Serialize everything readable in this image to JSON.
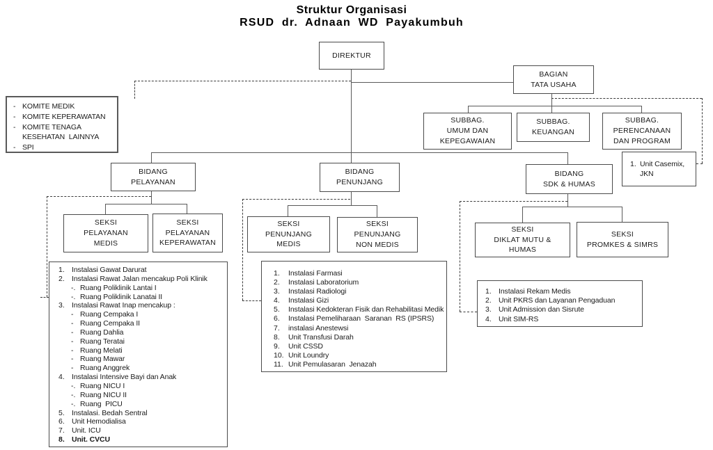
{
  "title": {
    "line1": "Struktur Organisasi",
    "line2": "RSUD dr. Adnaan WD Payakumbuh"
  },
  "nodes": {
    "direktur": "DIREKTUR",
    "bagian_tata_usaha": "BAGIAN\nTATA USAHA",
    "subbag_umum": "SUBBAG.\nUMUM DAN\nKEPEGAWAIAN",
    "subbag_keuangan": "SUBBAG.\nKEUANGAN",
    "subbag_perencanaan": "SUBBAG.\nPERENCANAAN\nDAN PROGRAM",
    "bidang_pelayanan": "BIDANG\nPELAYANAN",
    "bidang_penunjang": "BIDANG\nPENUNJANG",
    "bidang_sdk_humas": "BIDANG\nSDK & HUMAS",
    "seksi_pelayanan_medis": "SEKSI\nPELAYANAN\nMEDIS",
    "seksi_pelayanan_keperawatan": "SEKSI\nPELAYANAN\nKEPERAWATAN",
    "seksi_penunjang_medis": "SEKSI\nPENUNJANG\nMEDIS",
    "seksi_penunjang_non_medis": "SEKSI\nPENUNJANG\nNON MEDIS",
    "seksi_diklat_mutu_humas": "SEKSI\nDIKLAT MUTU &\nHUMAS",
    "seksi_promkes_simrs": "SEKSI\nPROMKES & SIMRS"
  },
  "komite": {
    "items": [
      {
        "m": "-",
        "t": "KOMITE MEDIK"
      },
      {
        "m": "-",
        "t": "KOMITE KEPERAWATAN"
      },
      {
        "m": "-",
        "t": "KOMITE TENAGA\nKESEHATAN  LAINNYA"
      },
      {
        "m": "-",
        "t": "SPI"
      }
    ]
  },
  "casemix": {
    "items": [
      {
        "m": "1.",
        "t": "Unit Casemix,\nJKN"
      }
    ]
  },
  "lists": {
    "pelayanan": {
      "items": [
        {
          "m": "1.",
          "t": "Instalasi Gawat Darurat"
        },
        {
          "m": "2.",
          "t": "Instalasi Rawat Jalan mencakup Poli Klinik"
        },
        {
          "m": "-.",
          "t": "Ruang Poliklinik Lantai I",
          "ind": 1
        },
        {
          "m": "-.",
          "t": "Ruang Poliklinik Lanatai II",
          "ind": 1
        },
        {
          "m": "3.",
          "t": "Instalasi Rawat Inap mencakup :"
        },
        {
          "m": "-",
          "t": "Ruang Cempaka I",
          "ind": 1
        },
        {
          "m": "-",
          "t": "Ruang Cempaka II",
          "ind": 1
        },
        {
          "m": "-",
          "t": "Ruang Dahlia",
          "ind": 1
        },
        {
          "m": "-",
          "t": "Ruang Teratai",
          "ind": 1
        },
        {
          "m": "-",
          "t": "Ruang Melati",
          "ind": 1
        },
        {
          "m": "-",
          "t": "Ruang Mawar",
          "ind": 1
        },
        {
          "m": "-",
          "t": "Ruang Anggrek",
          "ind": 1
        },
        {
          "m": "4.",
          "t": "Instalasi Intensive Bayi dan Anak"
        },
        {
          "m": "-.",
          "t": "Ruang NICU I",
          "ind": 1
        },
        {
          "m": "-.",
          "t": "Ruang NICU II",
          "ind": 1
        },
        {
          "m": "-.",
          "t": "Ruang  PICU",
          "ind": 1
        },
        {
          "m": "5.",
          "t": "Instalasi. Bedah Sentral"
        },
        {
          "m": "6.",
          "t": "Unit Hemodialisa"
        },
        {
          "m": "7.",
          "t": "Unit. ICU"
        },
        {
          "m": "8.",
          "t": "Unit. CVCU",
          "bold": true
        }
      ]
    },
    "penunjang": {
      "items": [
        {
          "m": "1.",
          "t": "Instalasi Farmasi"
        },
        {
          "m": "2.",
          "t": "Instalasi Laboratorium"
        },
        {
          "m": "3.",
          "t": "Instalasi Radiologi"
        },
        {
          "m": "4.",
          "t": "Instalasi Gizi"
        },
        {
          "m": "5.",
          "t": "Instalasi Kedokteran Fisik dan Rehabilitasi Medik"
        },
        {
          "m": "6.",
          "t": "Instalasi Pemeliharaan  Saranan  RS (IPSRS)"
        },
        {
          "m": "7.",
          "t": "instalasi Anestewsi"
        },
        {
          "m": "8.",
          "t": "Unit Transfusi Darah"
        },
        {
          "m": "9.",
          "t": "Unit CSSD"
        },
        {
          "m": "10.",
          "t": "Unit Loundry"
        },
        {
          "m": "11.",
          "t": "Unit Pemulasaran  Jenazah"
        }
      ]
    },
    "sdk": {
      "items": [
        {
          "m": "1.",
          "t": "Instalasi Rekam Medis"
        },
        {
          "m": "2.",
          "t": "Unit PKRS dan Layanan Pengaduan"
        },
        {
          "m": "3.",
          "t": "Unit Admission dan Sisrute"
        },
        {
          "m": "4.",
          "t": "Unit SIM-RS"
        }
      ]
    }
  },
  "colors": {
    "box_border": "#4a4a4a",
    "solid_line": "#595959",
    "dashed_line": "#3a3a3a",
    "text": "#111111",
    "background": "#ffffff"
  }
}
